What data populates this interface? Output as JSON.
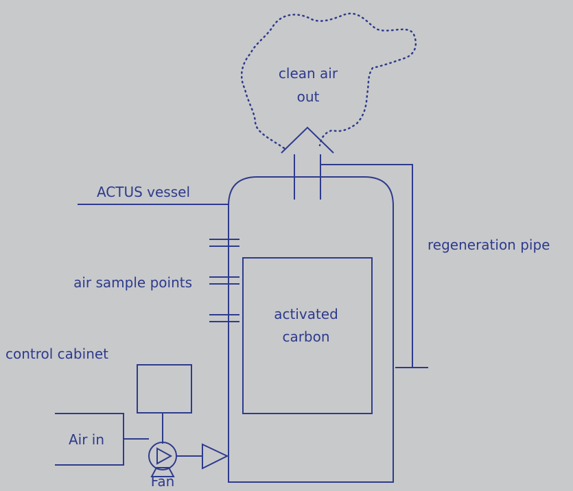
{
  "colors": {
    "background": "#c8c9cb",
    "line": "#2d3a8c",
    "vessel_fill": "#62a4bf"
  },
  "labels": {
    "clean_air_line1": "clean air",
    "clean_air_line2": "out",
    "actus_vessel": "ACTUS vessel",
    "regeneration_pipe": "regeneration pipe",
    "air_sample_points": "air sample points",
    "activated_line1": "activated",
    "activated_line2": "carbon",
    "control_cabinet": "control cabinet",
    "air_in": "Air in",
    "fan": "Fan"
  }
}
